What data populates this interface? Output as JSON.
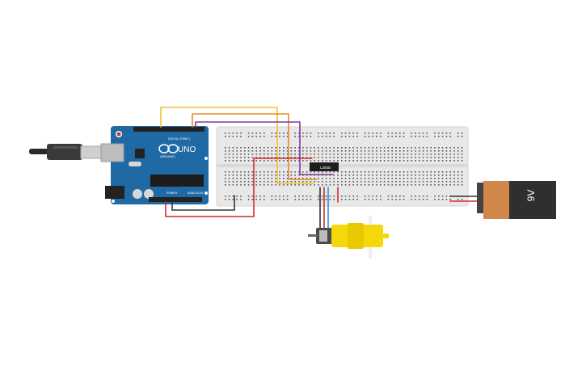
{
  "arduino": {
    "board_name": "UNO",
    "brand": "ARDUINO",
    "digital_label": "DIGITAL (PWM~)",
    "power_label": "POWER",
    "analog_label": "ANALOG IN"
  },
  "ic": {
    "part_label": "L293D"
  },
  "battery": {
    "voltage_label": "9V"
  },
  "colors": {
    "board_blue": "#1f6aa5",
    "breadboard": "#e8e8e8",
    "wire_yellow": "#f2c230",
    "wire_orange": "#e98a2b",
    "wire_purple": "#7a3b9e",
    "wire_red": "#d42a2a",
    "wire_black": "#333333",
    "wire_blue": "#1b9bd7",
    "motor_yellow": "#f4d80b",
    "battery_copper": "#d2874a",
    "battery_dark": "#2f2f2f"
  }
}
